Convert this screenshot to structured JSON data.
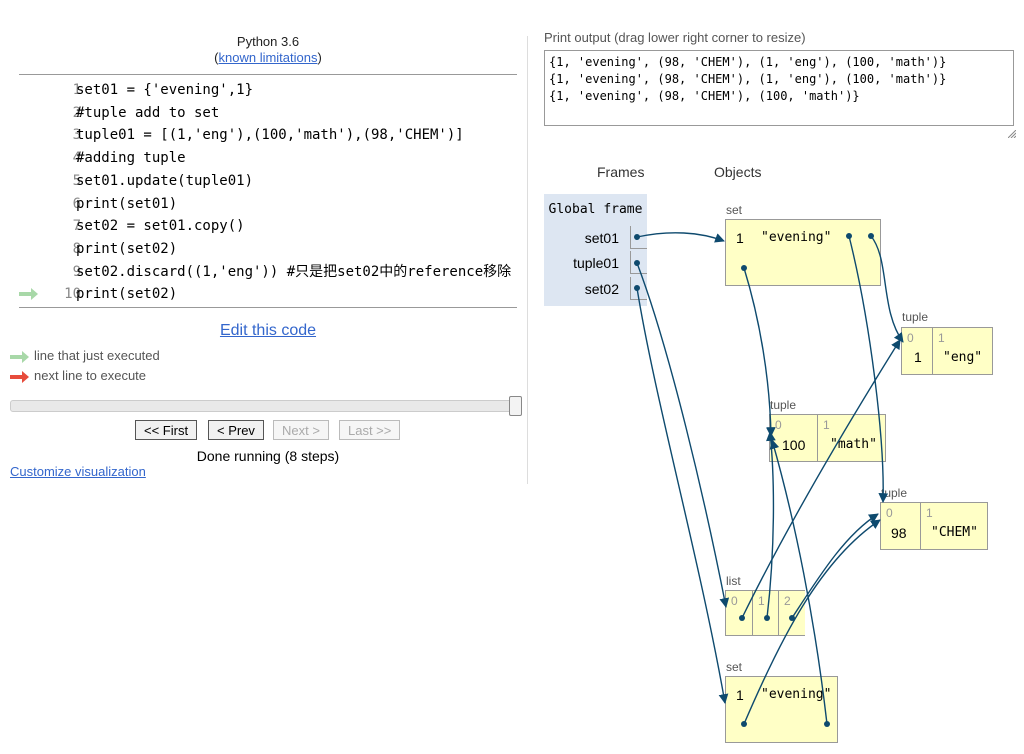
{
  "header": {
    "language": "Python 3.6",
    "limitations_link": "known limitations",
    "paren_open": "(",
    "paren_close": ")"
  },
  "code_lines": [
    {
      "num": "1",
      "text": "set01 = {'evening',1}"
    },
    {
      "num": "2",
      "text": "#tuple add to set"
    },
    {
      "num": "3",
      "text": "tuple01 = [(1,'eng'),(100,'math'),(98,'CHEM')]"
    },
    {
      "num": "4",
      "text": "#adding tuple"
    },
    {
      "num": "5",
      "text": "set01.update(tuple01)"
    },
    {
      "num": "6",
      "text": "print(set01)"
    },
    {
      "num": "7",
      "text": "set02 = set01.copy()"
    },
    {
      "num": "8",
      "text": "print(set02)"
    },
    {
      "num": "9",
      "text": "set02.discard((1,'eng')) #只是把set02中的reference移除"
    },
    {
      "num": "10",
      "text": "print(set02)"
    }
  ],
  "edit_link": "Edit this code",
  "legend": {
    "executed": "line that just executed",
    "next": "next line to execute",
    "executed_color": "#a8d8a8",
    "next_color": "#e74c3c"
  },
  "controls": {
    "first": "<< First",
    "prev": "< Prev",
    "next": "Next >",
    "last": "Last >>",
    "status": "Done running (8 steps)",
    "customize": "Customize visualization"
  },
  "output": {
    "label": "Print output (drag lower right corner to resize)",
    "lines": [
      "{1, 'evening', (98, 'CHEM'), (1, 'eng'), (100, 'math')}",
      "{1, 'evening', (98, 'CHEM'), (1, 'eng'), (100, 'math')}",
      "{1, 'evening', (98, 'CHEM'), (100, 'math')}"
    ]
  },
  "viz": {
    "frames_header": "Frames",
    "objects_header": "Objects",
    "global_frame": "Global frame",
    "variables": [
      "set01",
      "tuple01",
      "set02"
    ],
    "set1": {
      "label": "set",
      "items": [
        "1",
        "\"evening\""
      ]
    },
    "tuple_eng": {
      "label": "tuple",
      "indices": [
        "0",
        "1"
      ],
      "values": [
        "1",
        "\"eng\""
      ]
    },
    "tuple_math": {
      "label": "tuple",
      "indices": [
        "0",
        "1"
      ],
      "values": [
        "100",
        "\"math\""
      ]
    },
    "tuple_chem": {
      "label": "tuple",
      "indices": [
        "0",
        "1"
      ],
      "values": [
        "98",
        "\"CHEM\""
      ]
    },
    "list": {
      "label": "list",
      "indices": [
        "0",
        "1",
        "2"
      ]
    },
    "set2": {
      "label": "set",
      "items": [
        "1",
        "\"evening\""
      ]
    },
    "arrow_color": "#0e4a6e"
  }
}
